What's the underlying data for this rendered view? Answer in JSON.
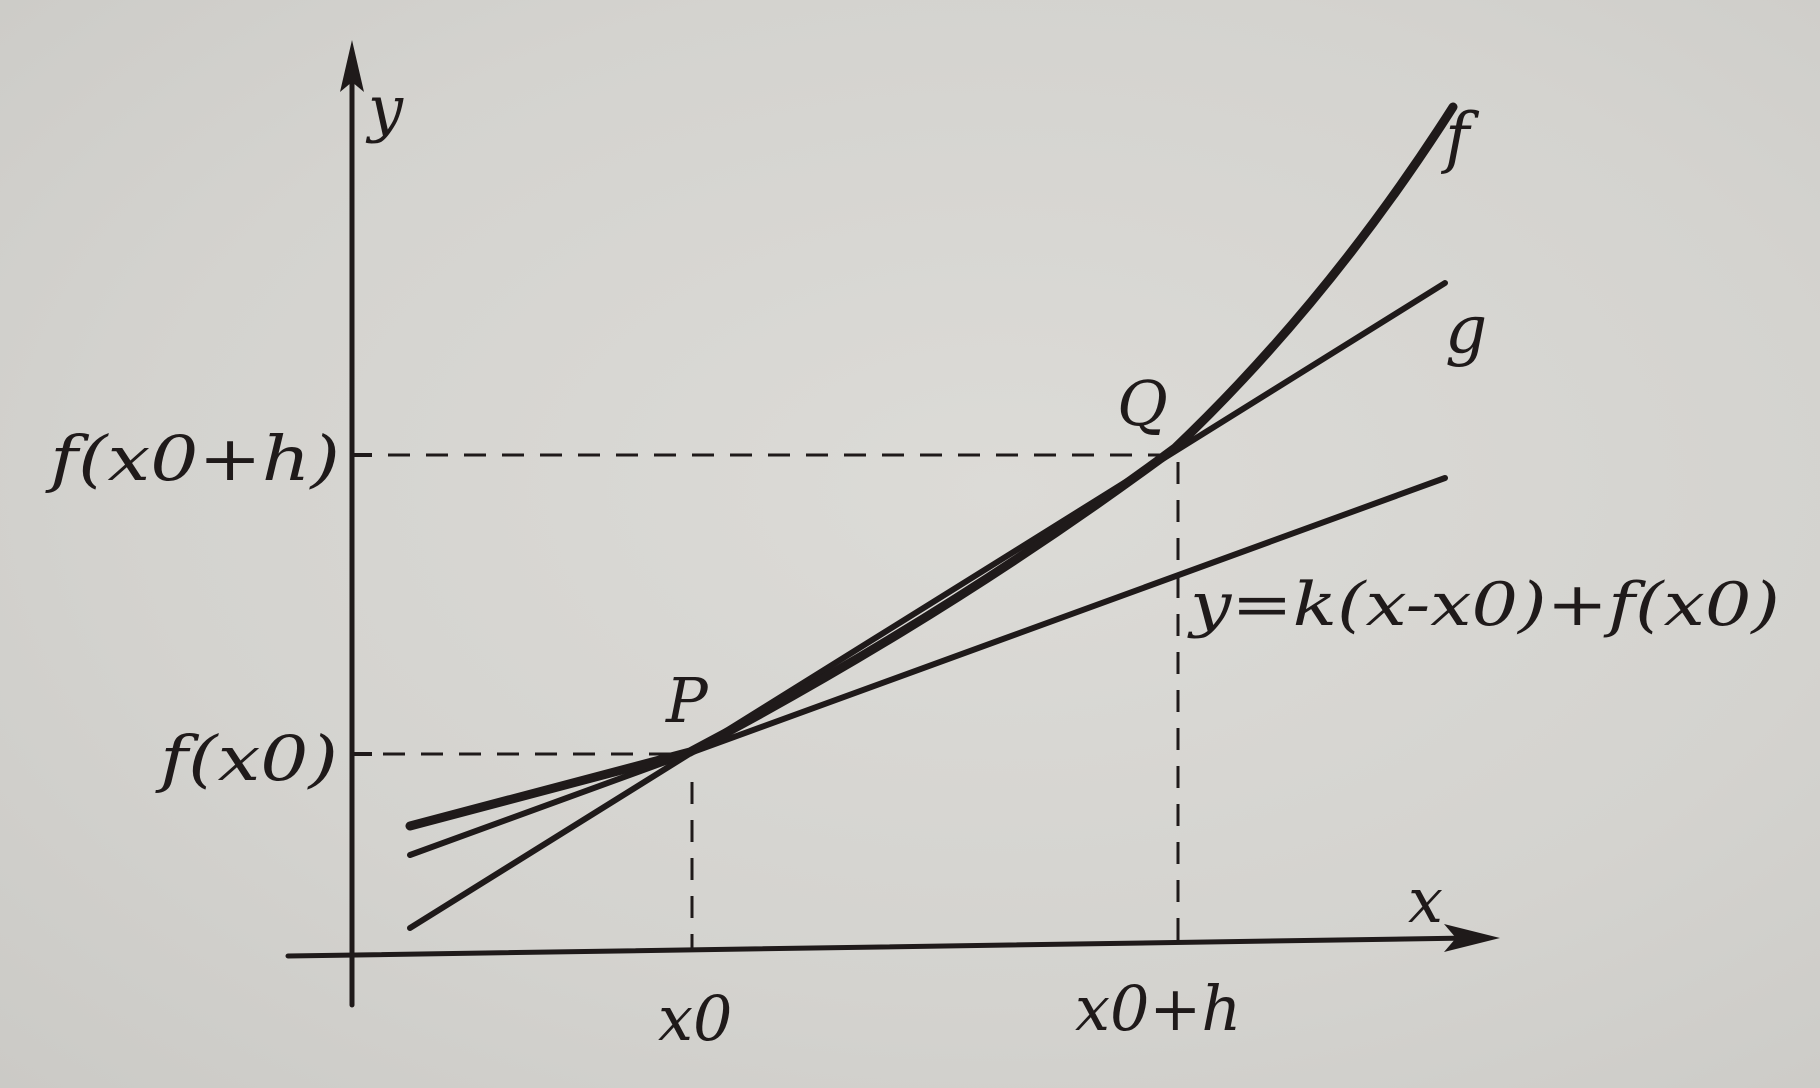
{
  "diagram": {
    "labels": {
      "y_axis": "y",
      "x_axis": "x",
      "f": "f",
      "g": "g",
      "P": "P",
      "Q": "Q",
      "tangent_eq": "y=k(x-x0)+f(x0)",
      "tick_x0": "x0",
      "tick_x0h": "x0+h",
      "tick_fx0": "f(x0)",
      "tick_fx0h": "f(x0+h)"
    },
    "colors": {
      "ink": "#1f1a1a",
      "paper": "#d6d5d1"
    }
  }
}
